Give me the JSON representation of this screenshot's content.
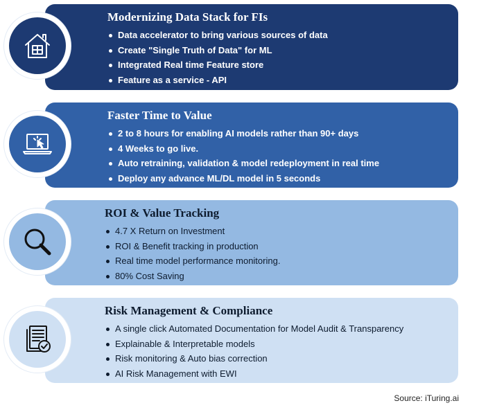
{
  "panels": [
    {
      "title": "Modernizing Data Stack for FIs",
      "icon": "house-icon",
      "items": [
        "Data accelerator to bring various sources of data",
        "Create \"Single Truth of Data\" for  ML",
        "Integrated Real time Feature store",
        "Feature as a service - API"
      ]
    },
    {
      "title": "Faster Time to Value",
      "icon": "laptop-click-icon",
      "items": [
        "2 to 8 hours for enabling AI models rather than 90+ days",
        "4 Weeks to go live.",
        "Auto retraining, validation & model redeployment in real time",
        "Deploy any advance ML/DL model in 5 seconds"
      ]
    },
    {
      "title": "ROI & Value Tracking",
      "icon": "magnifier-icon",
      "items": [
        "4.7 X Return on Investment",
        "ROI & Benefit tracking in production",
        "Real time model performance monitoring.",
        "80% Cost Saving"
      ]
    },
    {
      "title": "Risk Management & Compliance",
      "icon": "document-check-icon",
      "items": [
        "A single click Automated Documentation for Model Audit & Transparency",
        "Explainable & Interpretable models",
        "Risk monitoring & Auto bias correction",
        "AI Risk Management with EWI"
      ]
    }
  ],
  "source": "Source: iTuring.ai",
  "colors": {
    "panel1": "#1d3a72",
    "panel2": "#3161a7",
    "panel3": "#94b9e2",
    "panel4": "#cfe0f3"
  }
}
